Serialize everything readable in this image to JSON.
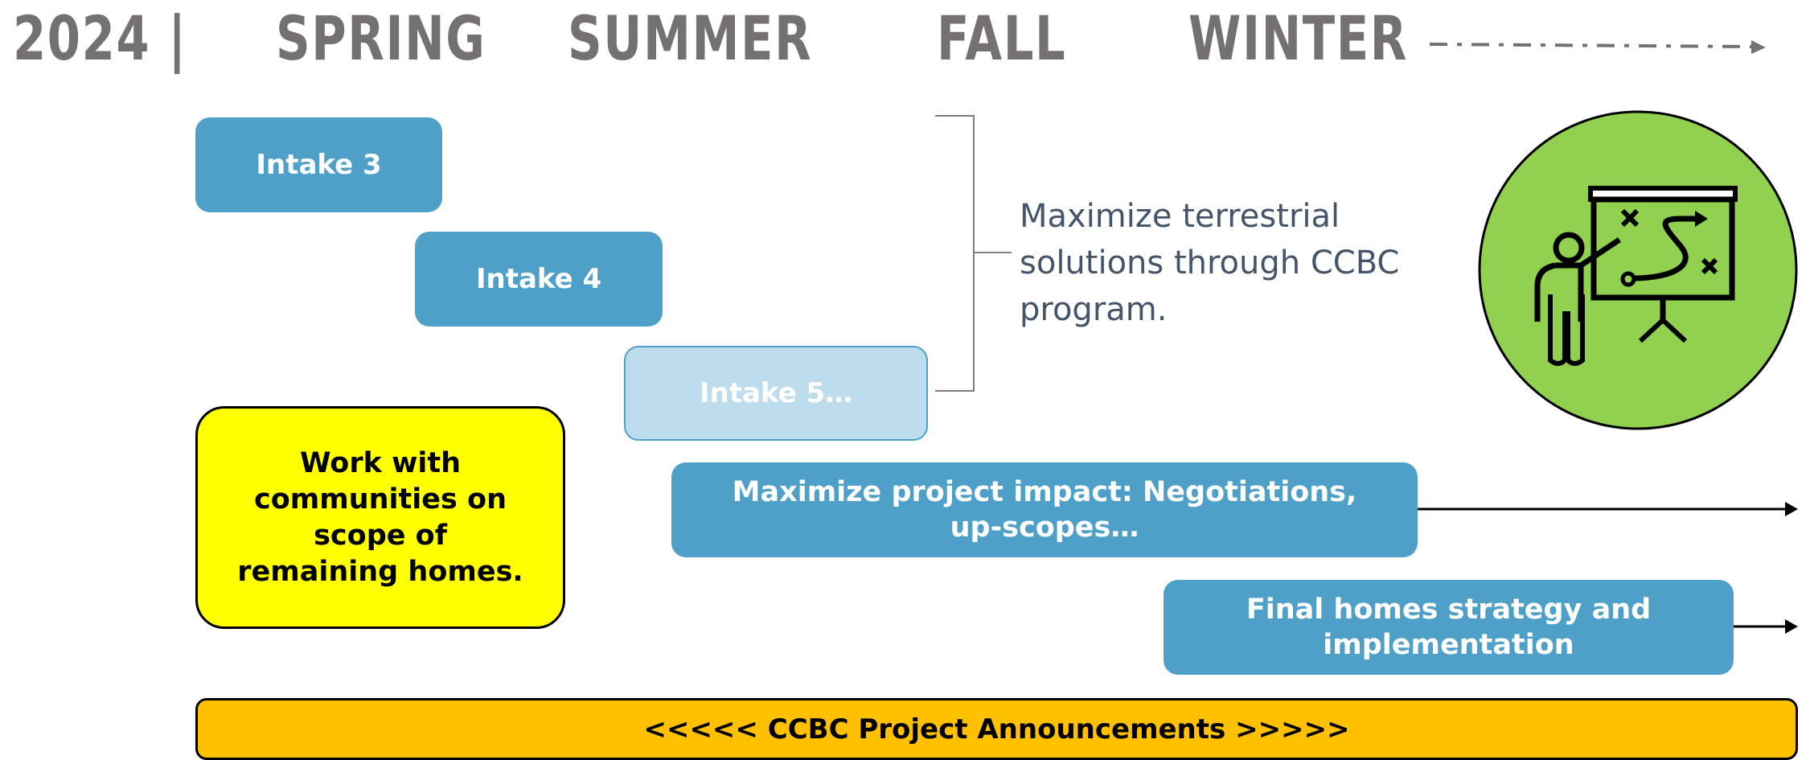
{
  "timeline": {
    "year": "2024 |",
    "seasons": [
      "Spring",
      "Summer",
      "Fall",
      "Winter"
    ]
  },
  "boxes": {
    "intake3": "Intake 3",
    "intake4": "Intake 4",
    "intake5": "Intake 5…",
    "work_with_communities": "Work with communities on scope of remaining homes.",
    "maximize_impact": "Maximize project impact: Negotiations, up-scopes…",
    "final_homes": "Final homes strategy and implementation",
    "announcements": "<<<<< CCBC Project Announcements >>>>>"
  },
  "note": {
    "terrestrial": "Maximize terrestrial solutions through CCBC program."
  },
  "icons": {
    "strategy": "presenter-strategy-board-icon"
  },
  "colors": {
    "header_text": "#757171",
    "box_blue": "#4fa0c8",
    "box_light_blue": "#bddcec",
    "highlight_yellow": "#ffff00",
    "announce_orange": "#ffc000",
    "icon_green": "#92d050",
    "note_text": "#44546a"
  }
}
